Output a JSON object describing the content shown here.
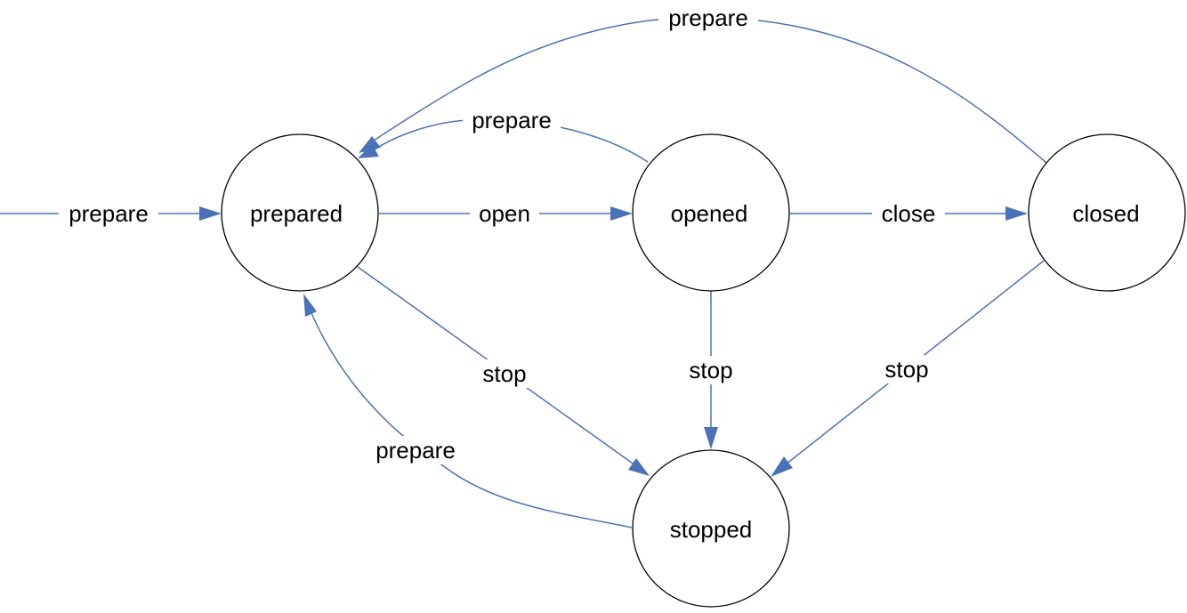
{
  "colors": {
    "edge": "#4a72b8",
    "node_stroke": "#000000",
    "background": "#ffffff"
  },
  "nodes": [
    {
      "id": "prepared",
      "label": "prepared"
    },
    {
      "id": "opened",
      "label": "opened"
    },
    {
      "id": "closed",
      "label": "closed"
    },
    {
      "id": "stopped",
      "label": "stopped"
    }
  ],
  "edges": [
    {
      "id": "init-prepare",
      "from": "",
      "to": "prepared",
      "label": "prepare"
    },
    {
      "id": "prepared-open",
      "from": "prepared",
      "to": "opened",
      "label": "open"
    },
    {
      "id": "opened-close",
      "from": "opened",
      "to": "closed",
      "label": "close"
    },
    {
      "id": "opened-prepare",
      "from": "opened",
      "to": "prepared",
      "label": "prepare"
    },
    {
      "id": "closed-prepare",
      "from": "closed",
      "to": "prepared",
      "label": "prepare"
    },
    {
      "id": "prepared-stop",
      "from": "prepared",
      "to": "stopped",
      "label": "stop"
    },
    {
      "id": "opened-stop",
      "from": "opened",
      "to": "stopped",
      "label": "stop"
    },
    {
      "id": "closed-stop",
      "from": "closed",
      "to": "stopped",
      "label": "stop"
    },
    {
      "id": "stopped-prepare",
      "from": "stopped",
      "to": "prepared",
      "label": "prepare"
    }
  ]
}
